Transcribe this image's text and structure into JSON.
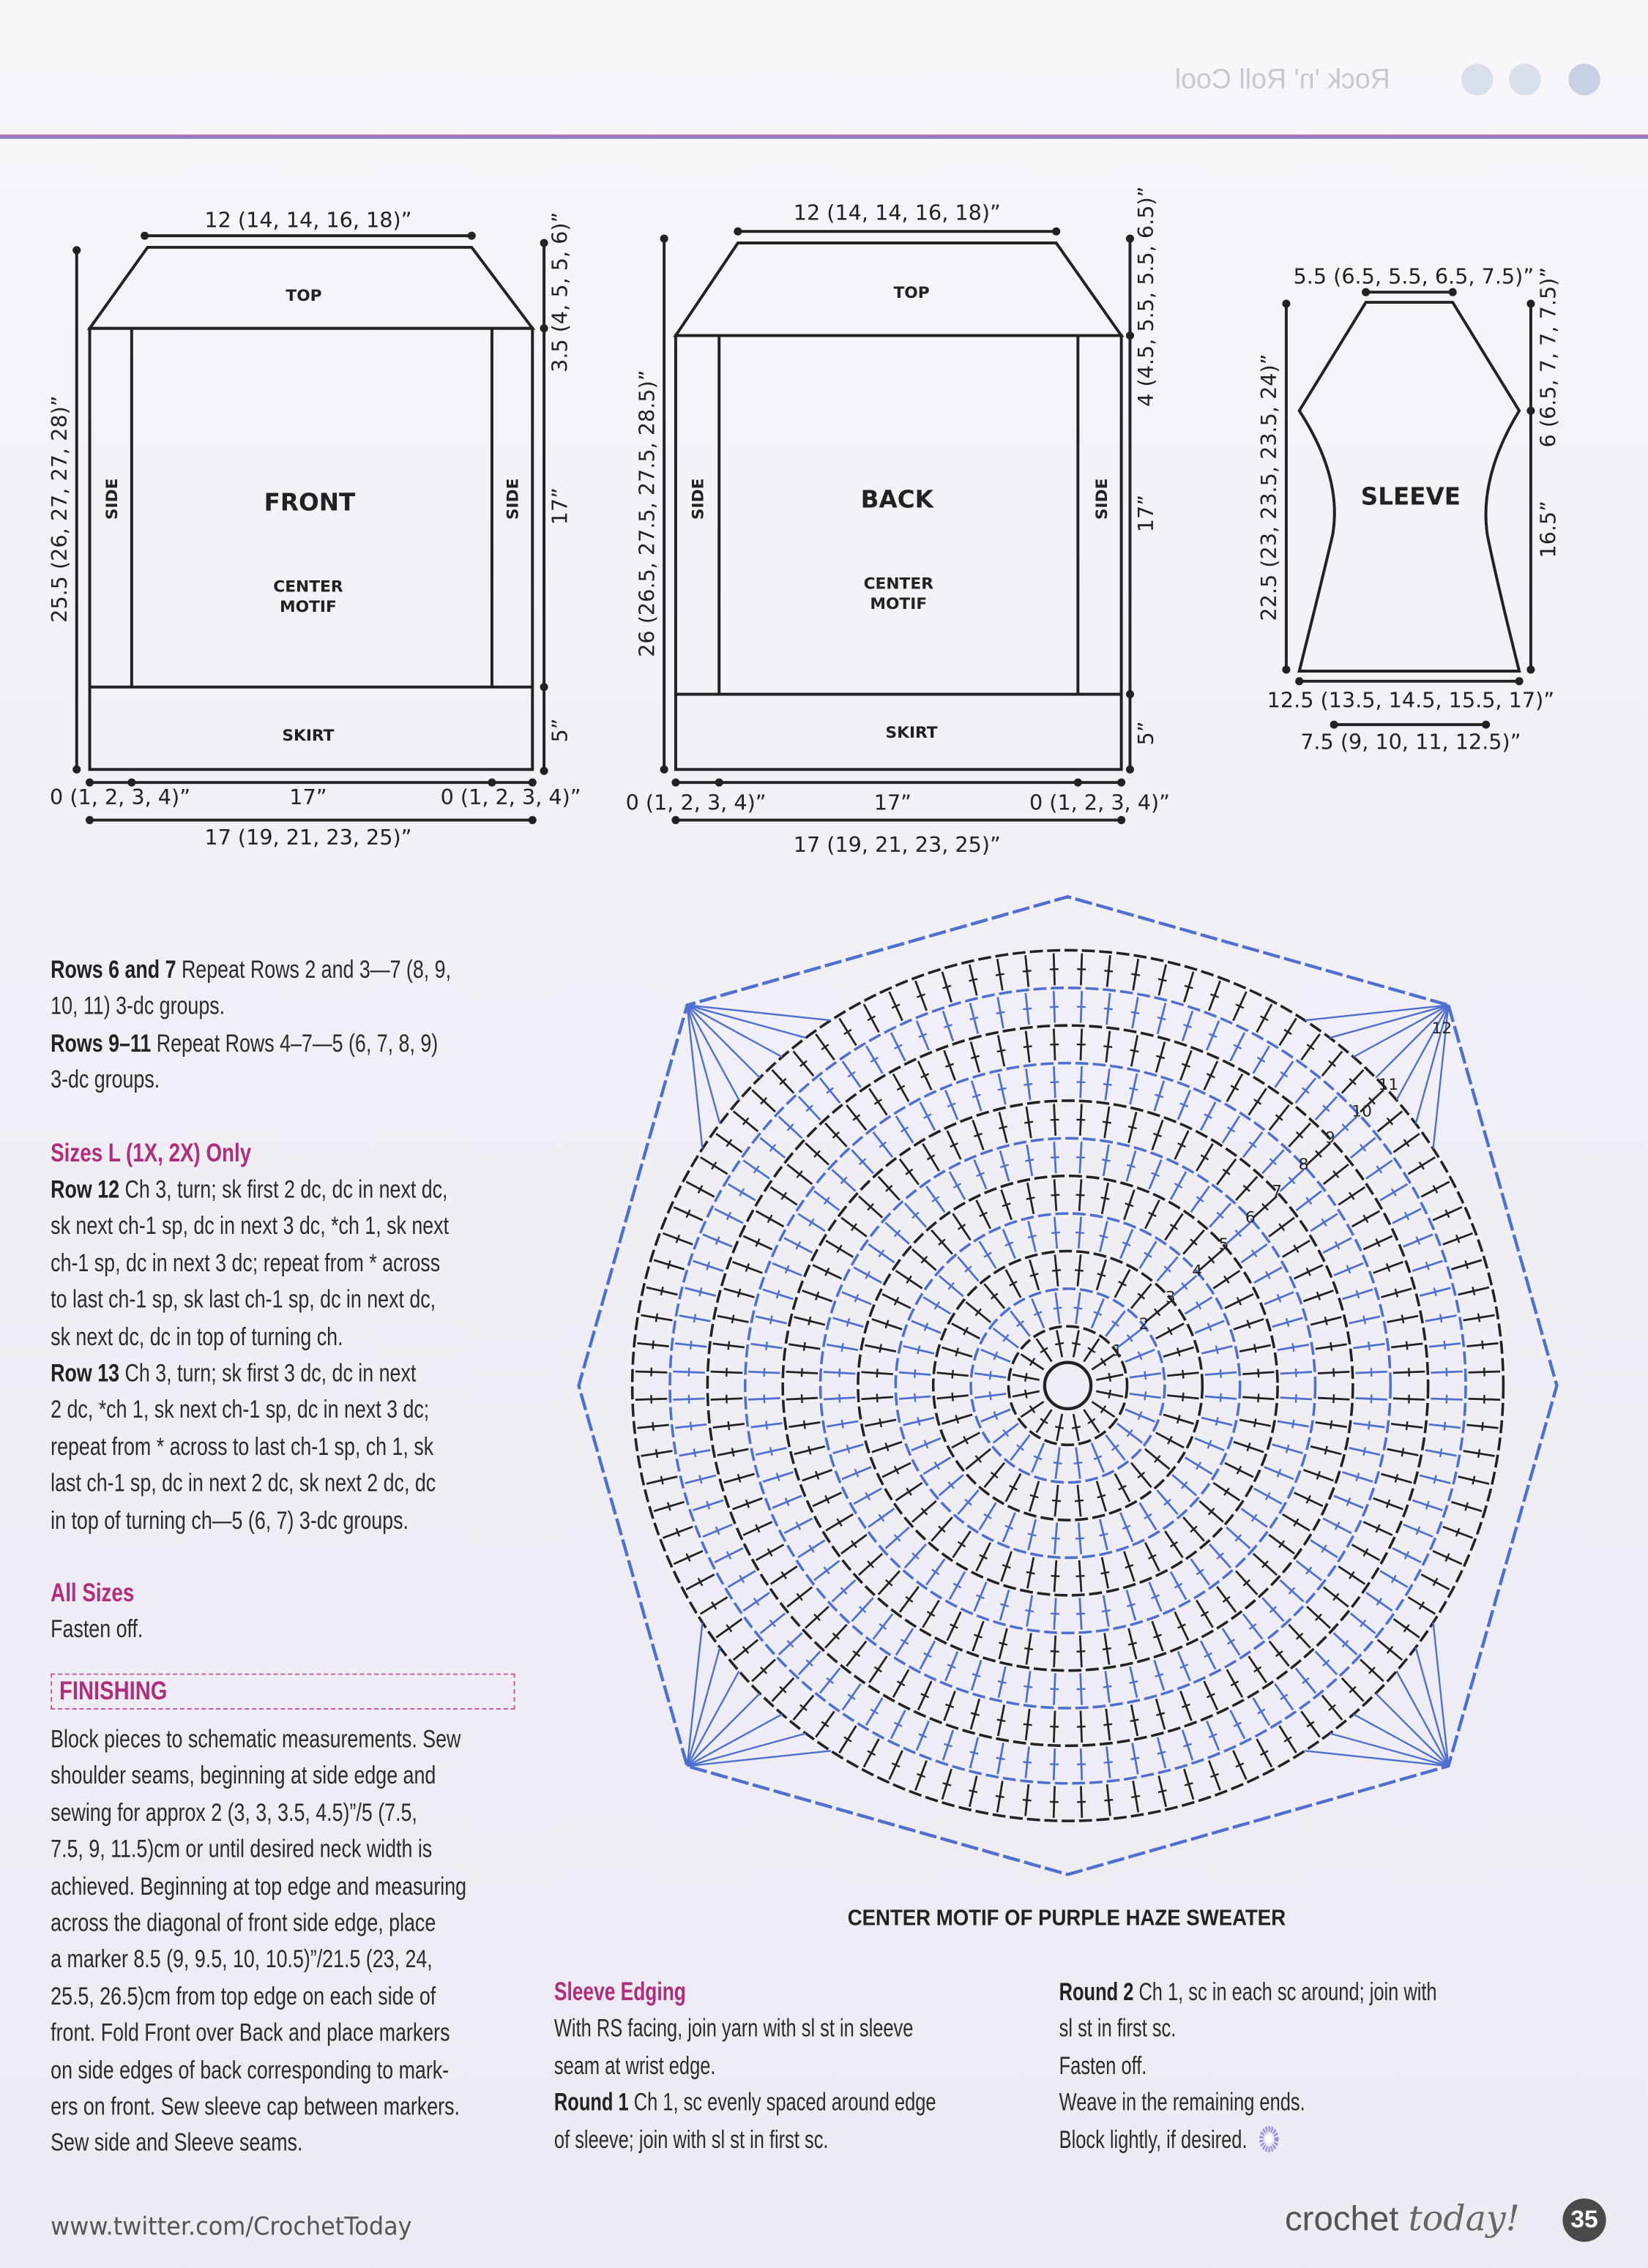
{
  "header": {
    "running_title": "Rock 'n' Roll Cool"
  },
  "colors": {
    "accent": "#b02d7c",
    "chart_blue": "#4f6fd0",
    "chart_black": "#222222"
  },
  "front": {
    "top_width": "12 (14, 14, 16, 18)”",
    "top": "TOP",
    "side": "SIDE",
    "title": "FRONT",
    "center_1": "CENTER",
    "center_2": "MOTIF",
    "skirt": "SKIRT",
    "length": "25.5 (26, 27, 27, 28)”",
    "armhole": "3.5 (4, 5, 5, 6)”",
    "side_height": "17”",
    "skirt_height": "5”",
    "side_panel": "0 (1, 2, 3, 4)”",
    "center_width": "17”",
    "total_width": "17 (19, 21, 23, 25)”"
  },
  "back": {
    "top_width": "12 (14, 14, 16, 18)”",
    "top": "TOP",
    "side": "SIDE",
    "title": "BACK",
    "center_1": "CENTER",
    "center_2": "MOTIF",
    "skirt": "SKIRT",
    "length": "26 (26.5, 27.5, 27.5, 28.5)”",
    "armhole": "4 (4.5, 5.5, 5.5, 6.5)”",
    "side_height": "17”",
    "skirt_height": "5”",
    "side_panel": "0 (1, 2, 3, 4)”",
    "center_width": "17”",
    "total_width": "17 (19, 21, 23, 25)”"
  },
  "sleeve": {
    "title": "SLEEVE",
    "top_width": "5.5 (6.5, 5.5, 6.5, 7.5)”",
    "length": "22.5 (23, 23.5, 23.5, 24)”",
    "cap": "6 (6.5, 7, 7, 7.5)”",
    "lower": "16.5”",
    "upper_width": "12.5 (13.5, 14.5, 15.5, 17)”",
    "cuff": "7.5 (9, 10, 11, 12.5)”"
  },
  "left": {
    "rows67_b": "Rows 6 and 7",
    "rows67_1": " Repeat Rows 2 and 3—7 (8, 9,",
    "rows67_2": "10, 11) 3-dc groups.",
    "rows911_b": "Rows 9–11",
    "rows911_1": " Repeat Rows 4–7—5 (6, 7, 8, 9)",
    "rows911_2": "3-dc groups.",
    "sizes_heading": "Sizes L (1X, 2X) Only",
    "row12_b": "Row 12",
    "row12": [
      " Ch 3, turn; sk first 2 dc, dc in next dc,",
      "sk next ch-1 sp, dc in next 3 dc, *ch 1, sk next",
      "ch-1 sp, dc in next 3 dc; repeat from * across",
      "to last ch-1 sp, sk last ch-1 sp, dc in next dc,",
      "sk next dc, dc in top of turning ch."
    ],
    "row13_b": "Row 13",
    "row13": [
      " Ch 3, turn; sk first 3 dc, dc in next",
      "2 dc, *ch 1, sk next ch-1 sp, dc in next 3 dc;",
      "repeat from * across to last ch-1 sp, ch 1, sk",
      "last ch-1 sp, dc in next 2 dc, sk next 2 dc, dc",
      "in top of turning ch—5 (6, 7) 3-dc groups."
    ],
    "all_sizes_heading": "All Sizes",
    "fasten_off": "Fasten off.",
    "finishing_heading": "FINISHING",
    "finishing": [
      "Block pieces to schematic measurements. Sew",
      "shoulder seams, beginning at side edge and",
      "sewing for approx 2 (3, 3, 3.5, 4.5)”/5 (7.5,",
      "7.5, 9, 11.5)cm or until desired neck width is",
      "achieved. Beginning at top edge and measuring",
      "across the diagonal of front side edge, place",
      "a marker 8.5 (9, 9.5, 10, 10.5)”/21.5 (23, 24,",
      "25.5, 26.5)cm from top edge on each side of",
      "front. Fold Front over Back and place markers",
      "on side edges of back corresponding to mark-",
      "ers on front. Sew sleeve cap between markers.",
      "Sew side and Sleeve seams."
    ]
  },
  "motif": {
    "caption": "CENTER MOTIF OF PURPLE HAZE SWEATER",
    "round_labels": [
      "1",
      "2",
      "3",
      "4",
      "5",
      "6",
      "7",
      "8",
      "9",
      "10",
      "11",
      "12"
    ]
  },
  "sleeve_edging": {
    "heading": "Sleeve Edging",
    "intro": [
      "With RS facing, join yarn with sl st in sleeve",
      "seam at wrist edge."
    ],
    "round1_b": "Round 1",
    "round1": [
      " Ch 1, sc evenly spaced around edge",
      "of sleeve; join with sl st in first sc."
    ],
    "round2_b": "Round 2",
    "round2": [
      " Ch 1, sc in each sc around; join with",
      "sl st in first sc."
    ],
    "end": [
      "Fasten off.",
      "Weave in the remaining ends.",
      "Block lightly, if desired."
    ]
  },
  "footer": {
    "url": "www.twitter.com/CrochetToday",
    "brand_1": "crochet",
    "brand_2": "today!",
    "page_number": "35"
  }
}
